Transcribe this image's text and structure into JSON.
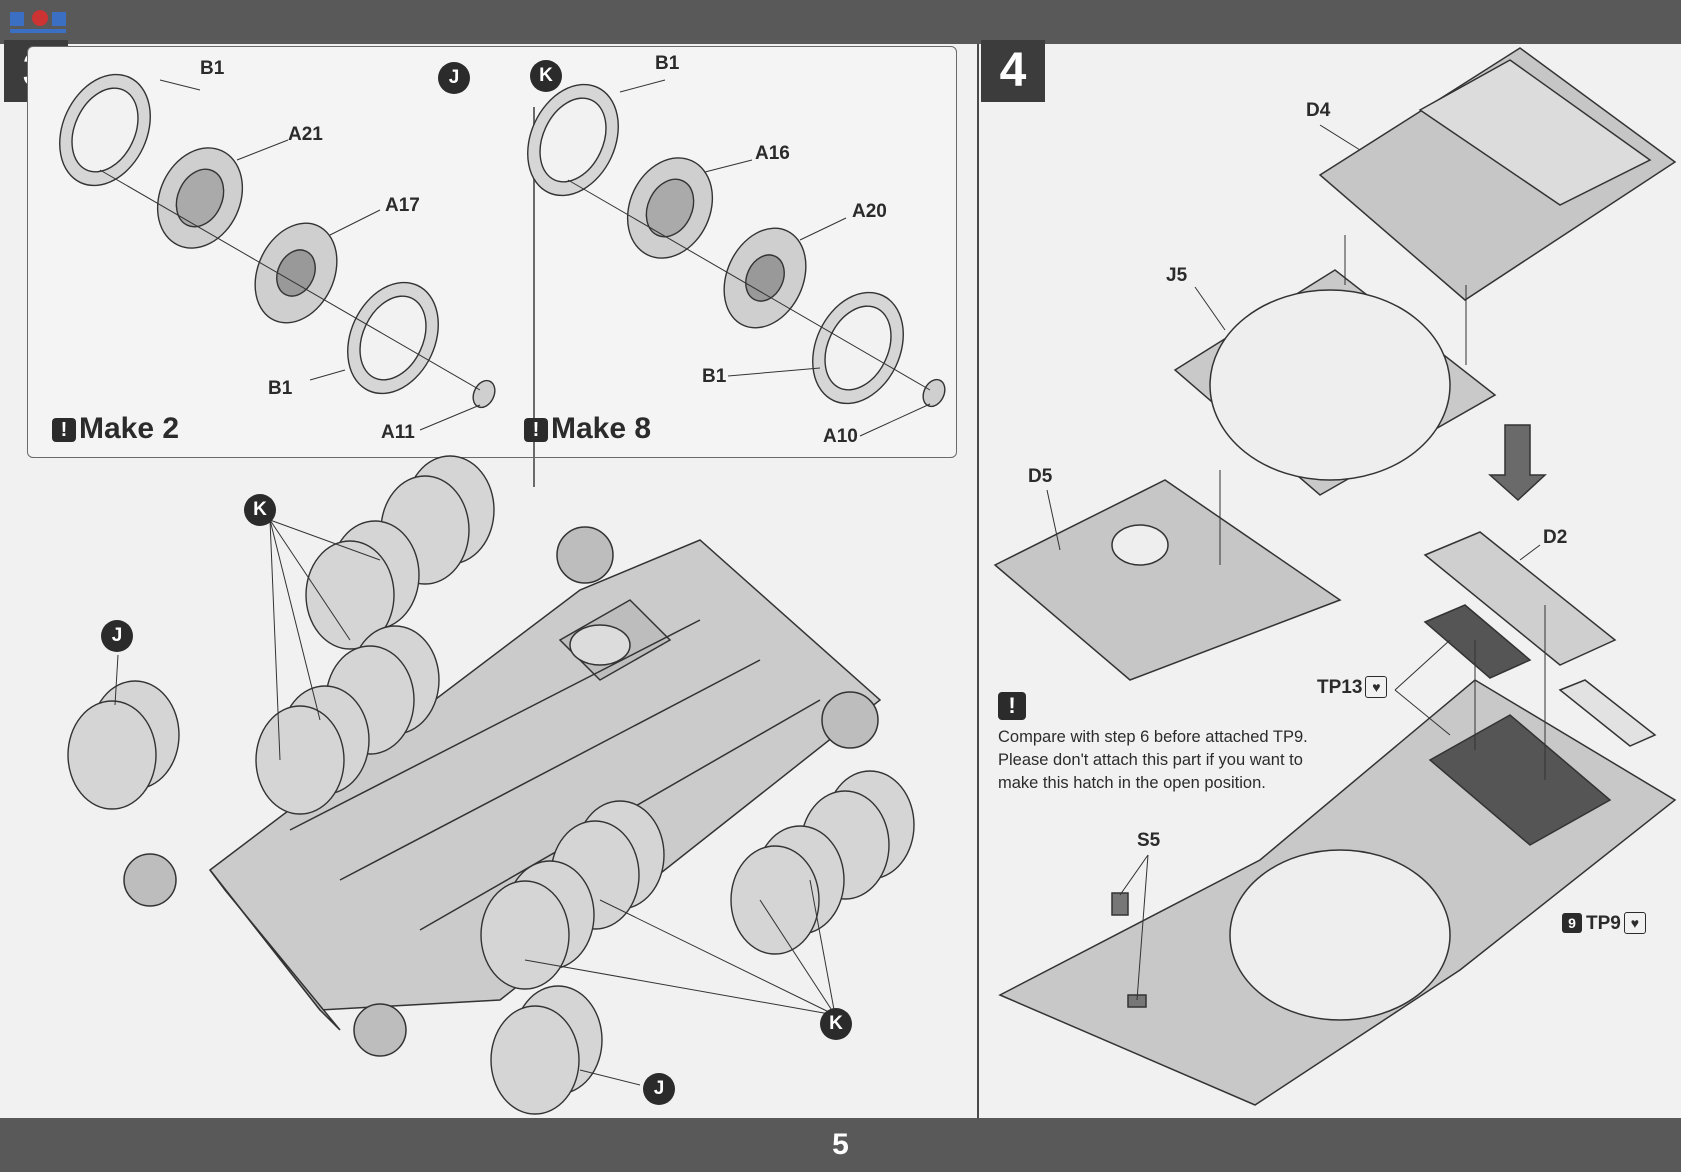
{
  "page": {
    "number": "5"
  },
  "step3": {
    "step_number": "3",
    "left_inset": {
      "wheel_code": "J",
      "parts": [
        "B1",
        "A21",
        "A17",
        "B1",
        "A11"
      ],
      "make_label": "Make 2"
    },
    "right_inset": {
      "wheel_code": "K",
      "parts": [
        "B1",
        "A16",
        "A20",
        "B1",
        "A10"
      ],
      "make_label": "Make 8"
    },
    "main_callouts": [
      "K",
      "J",
      "K",
      "J"
    ]
  },
  "step4": {
    "step_number": "4",
    "parts": [
      "D4",
      "J5",
      "D5",
      "D2",
      "TP13",
      "S5",
      "TP9"
    ],
    "tp9_icon_number": "9",
    "note_lines": [
      "Compare with step  6  before attached TP9.",
      "Please don't attach this part if you want to",
      "make this hatch in the open position."
    ]
  },
  "icons": {
    "warning": "exclamation-icon",
    "photo_etch": "photo-etch-icon",
    "direction": "down-arrow-icon"
  },
  "colors": {
    "bars": "#595959",
    "ink": "#2b2b2b",
    "part_fill": "#cfcfcf"
  }
}
